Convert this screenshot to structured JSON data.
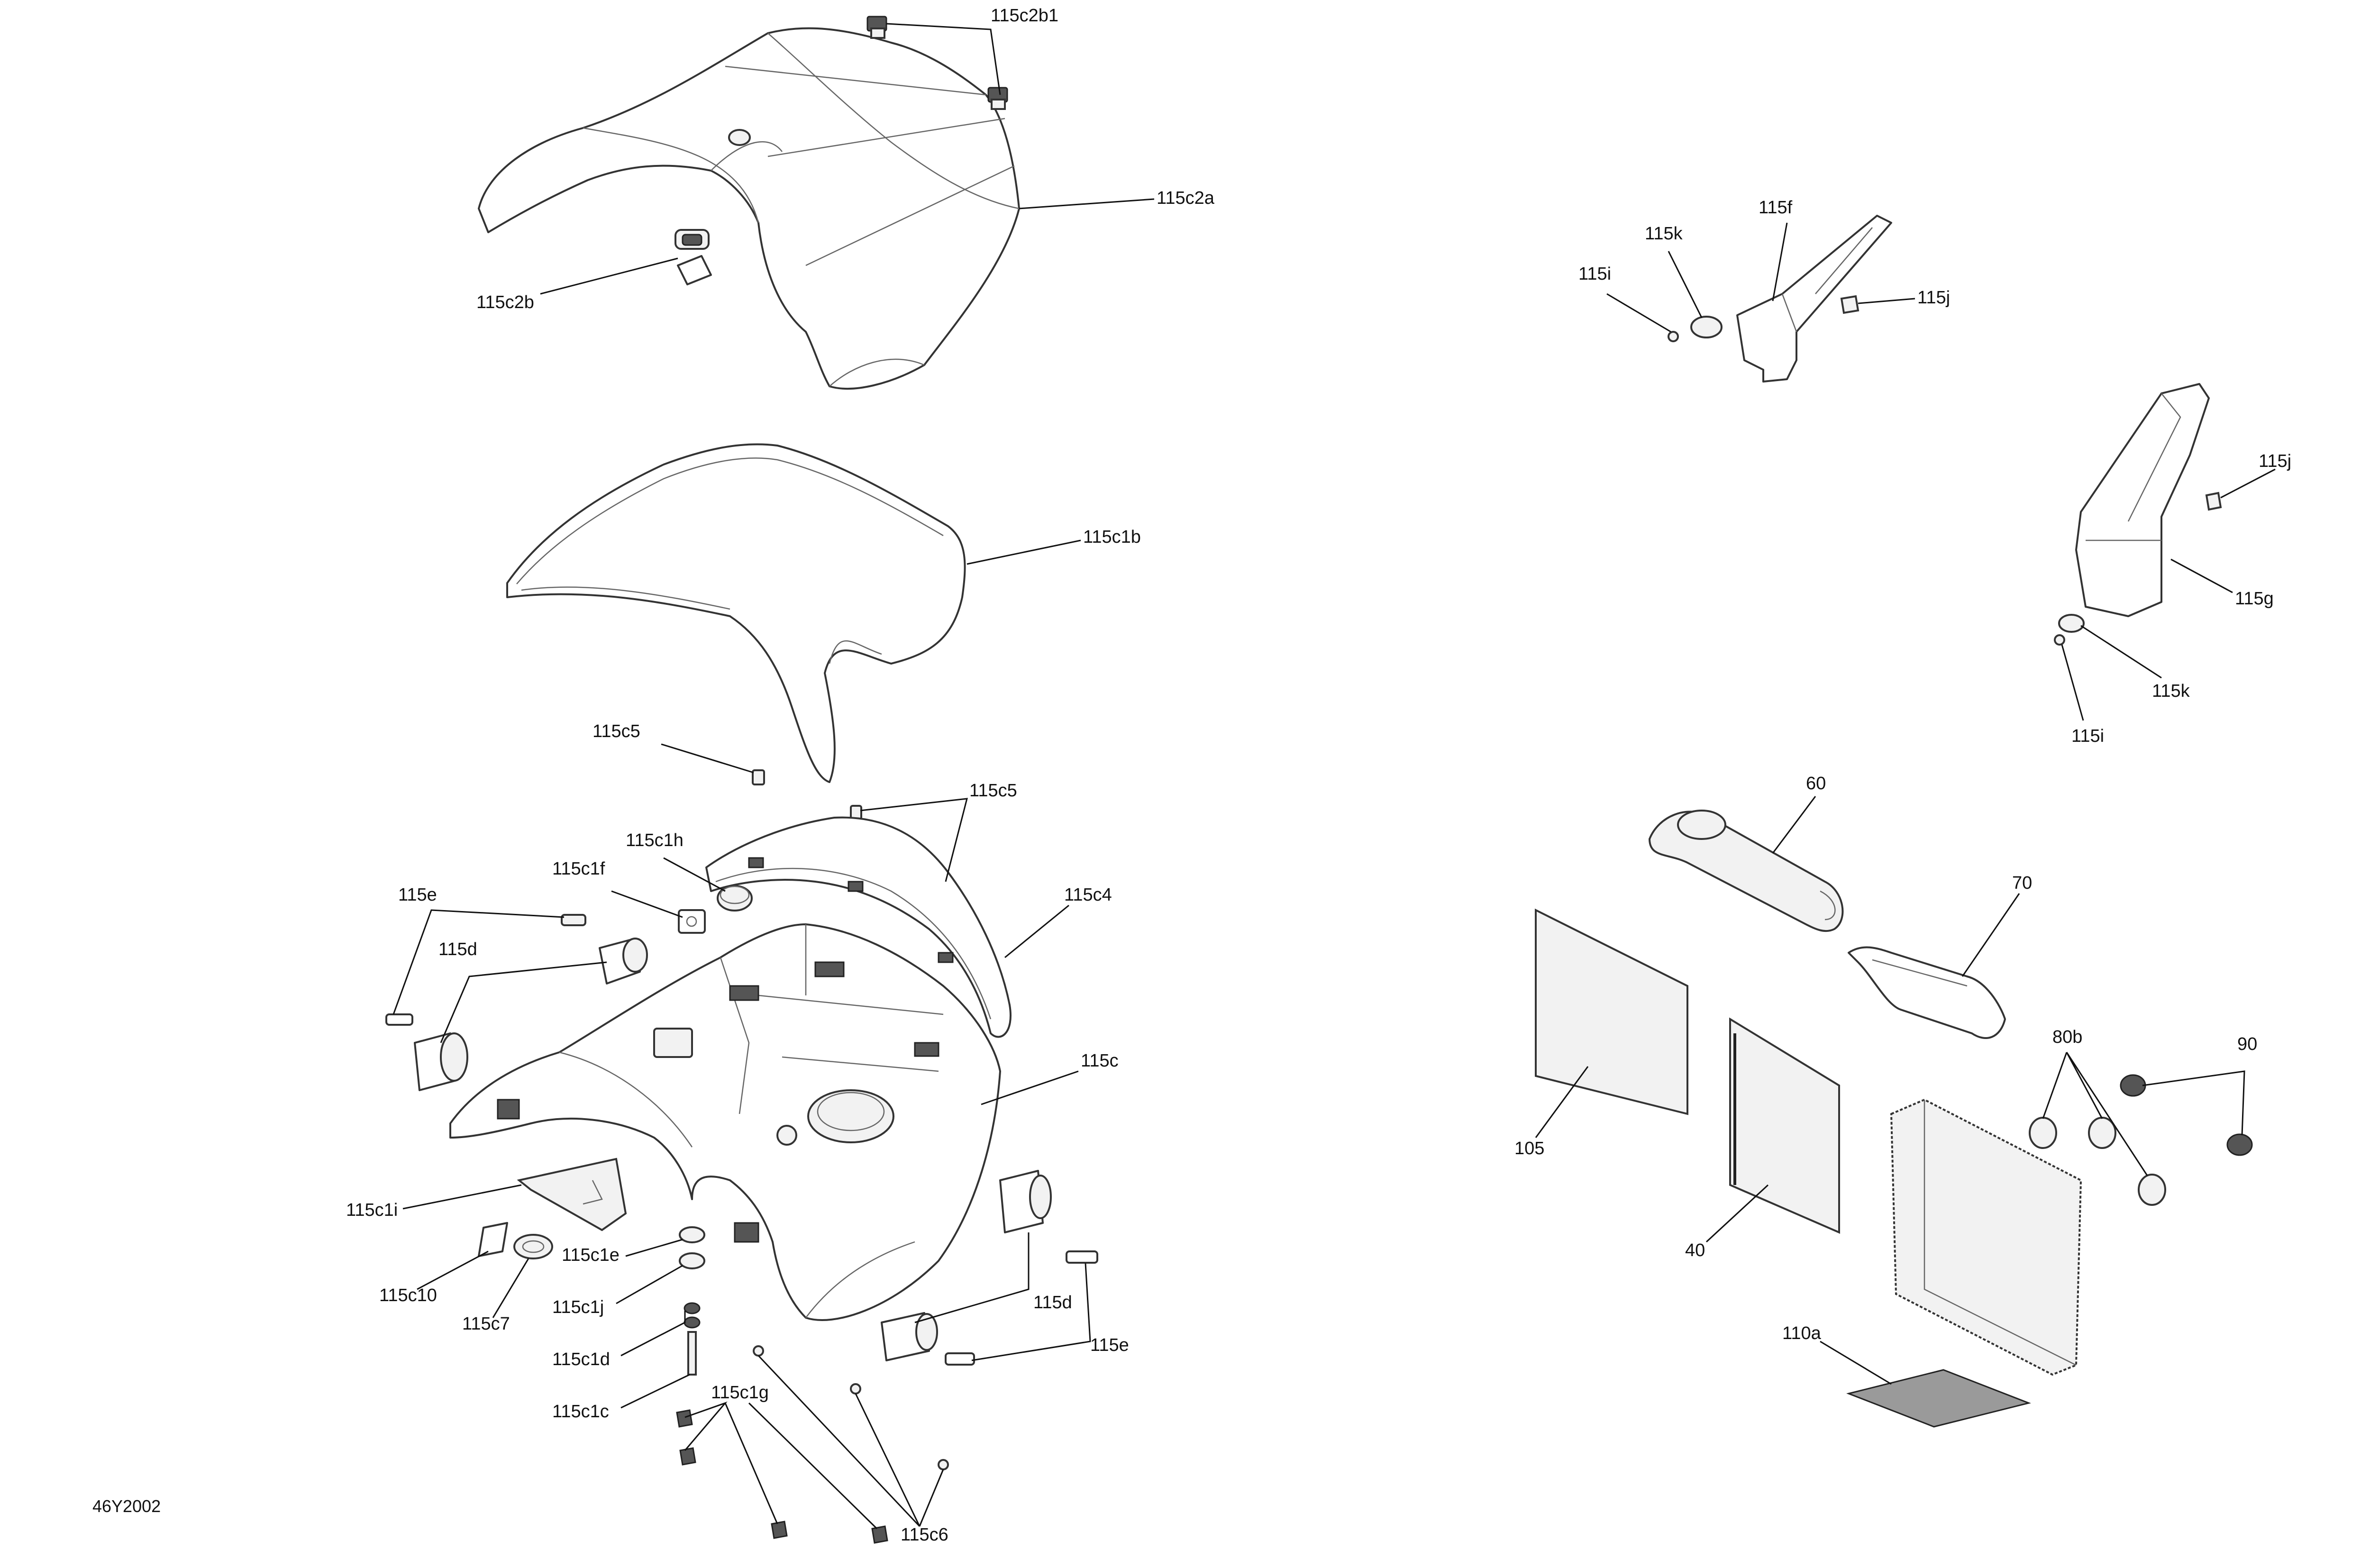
{
  "reference_code": "46Y2002",
  "callouts": {
    "c_115c2b1": "115c2b1",
    "c_115c2a": "115c2a",
    "c_115c2b": "115c2b",
    "c_115c1b": "115c1b",
    "c_115c5_a": "115c5",
    "c_115c5_b": "115c5",
    "c_115c1h": "115c1h",
    "c_115c1f": "115c1f",
    "c_115e_a": "115e",
    "c_115d_a": "115d",
    "c_115c4": "115c4",
    "c_115c": "115c",
    "c_115c1i": "115c1i",
    "c_115c10": "115c10",
    "c_115c7": "115c7",
    "c_115c1e": "115c1e",
    "c_115c1j": "115c1j",
    "c_115c1d": "115c1d",
    "c_115c1c": "115c1c",
    "c_115c1g": "115c1g",
    "c_115c6": "115c6",
    "c_115d_b": "115d",
    "c_115e_b": "115e",
    "c_115k_a": "115k",
    "c_115f": "115f",
    "c_115i_a": "115i",
    "c_115j_a": "115j",
    "c_115j_b": "115j",
    "c_115g": "115g",
    "c_115k_b": "115k",
    "c_115i_b": "115i",
    "c_60": "60",
    "c_70": "70",
    "c_105": "105",
    "c_40": "40",
    "c_80b": "80b",
    "c_90": "90",
    "c_110a": "110a"
  }
}
